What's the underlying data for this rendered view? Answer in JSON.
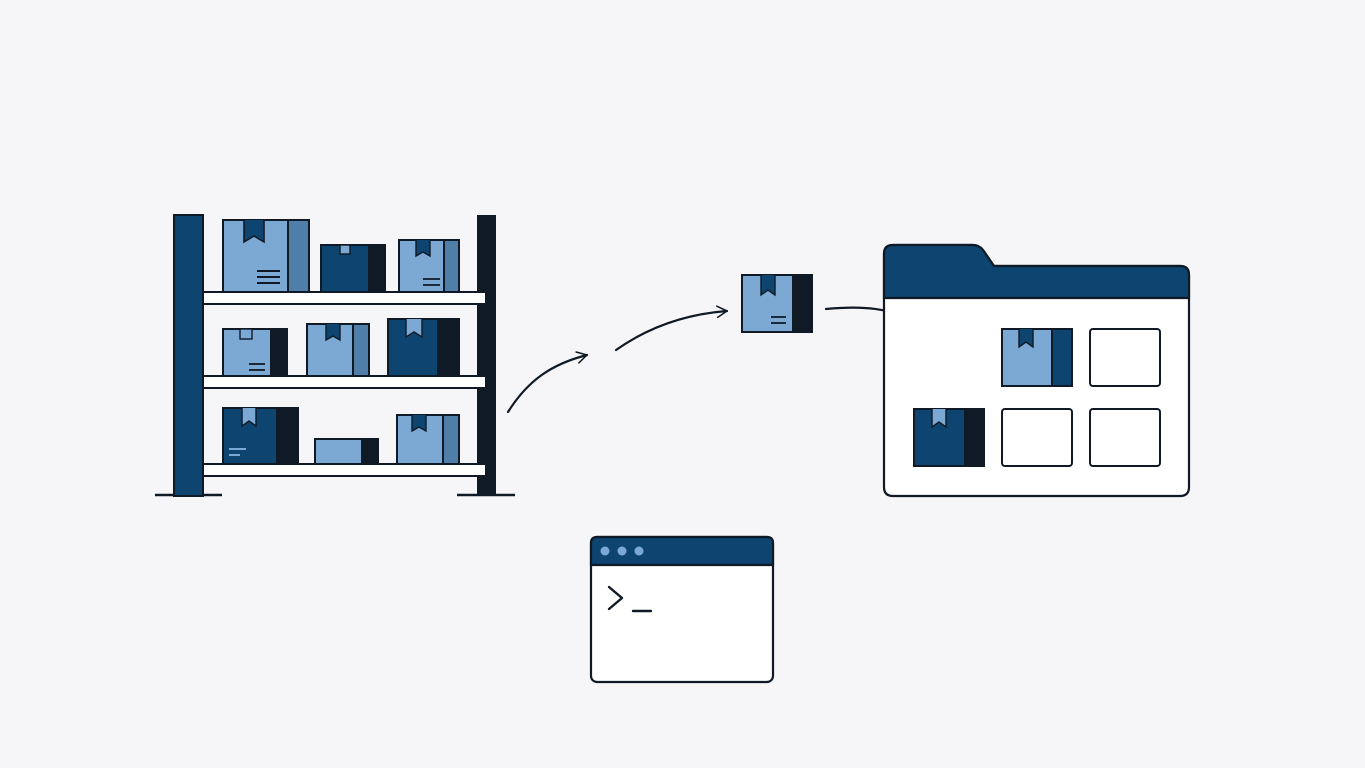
{
  "colors": {
    "background": "#f6f6f8",
    "navy": "#0d4570",
    "light_blue": "#7ba9d3",
    "ink": "#0f1a26",
    "white": "#ffffff"
  },
  "illustration": {
    "shelving_rack": {
      "icon": "storage-shelf-icon",
      "shelves": 3,
      "boxes": 9
    },
    "moving_package": {
      "icon": "package-icon"
    },
    "folder": {
      "icon": "folder-icon",
      "slots_filled": 2,
      "slots_total": 6
    },
    "terminal": {
      "icon": "terminal-icon",
      "title_dots": 3,
      "prompt": ">_"
    }
  }
}
